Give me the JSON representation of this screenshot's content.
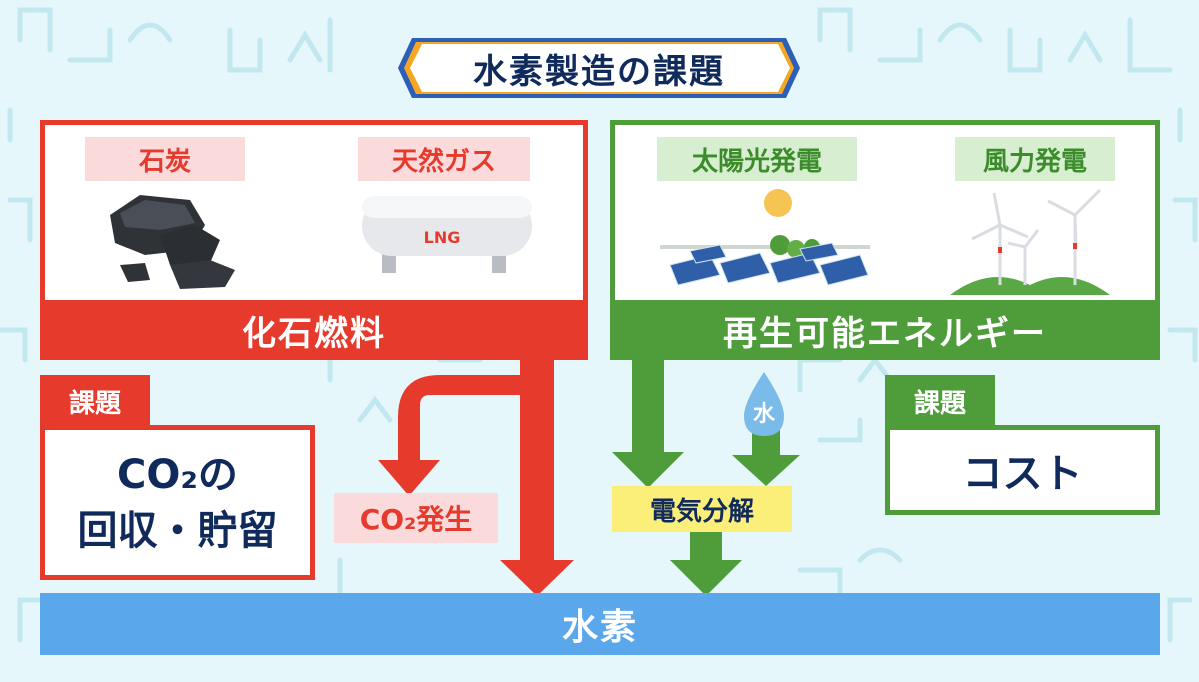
{
  "title": "水素製造の課題",
  "fossil": {
    "header": "化石燃料",
    "coal_label": "石炭",
    "gas_label": "天然ガス",
    "tank_text": "LNG",
    "issue_tag": "課題",
    "issue_line1": "CO₂の",
    "issue_line2": "回収・貯留",
    "co2_label": "CO₂発生"
  },
  "renewable": {
    "header": "再生可能エネルギー",
    "solar_label": "太陽光発電",
    "wind_label": "風力発電",
    "water_label": "水",
    "electrolysis_label": "電気分解",
    "issue_tag": "課題",
    "issue_text": "コスト"
  },
  "output": "水素",
  "colors": {
    "fossil": "#e53a2c",
    "renewable": "#4f9d3a",
    "hydrogen": "#5aa7ec",
    "navy": "#102a5c",
    "electrolysis": "#fbef7a"
  }
}
